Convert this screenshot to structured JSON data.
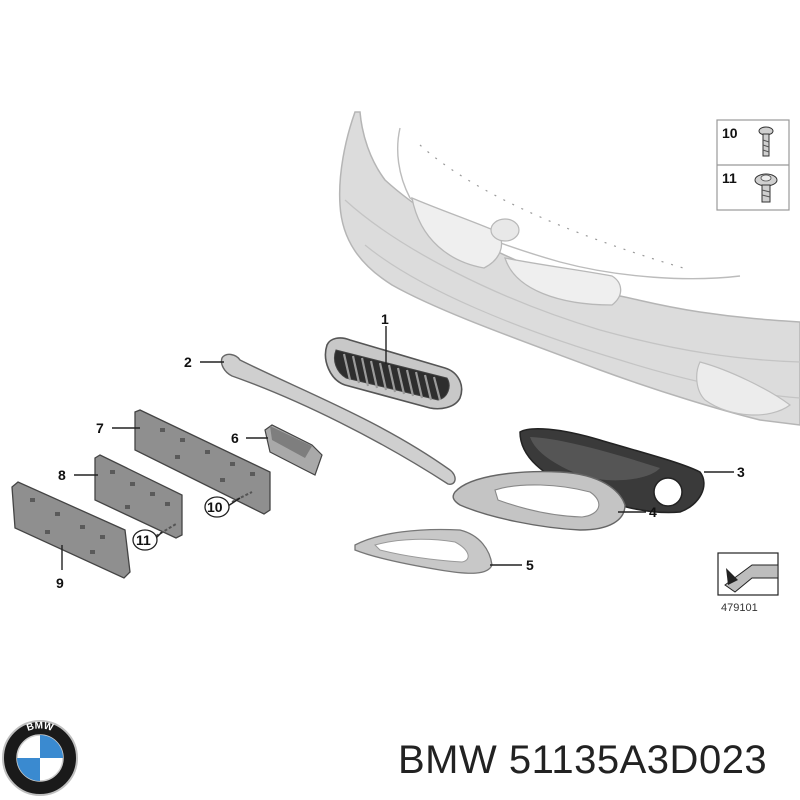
{
  "callouts": {
    "c1": "1",
    "c2": "2",
    "c3": "3",
    "c4": "4",
    "c5": "5",
    "c6": "6",
    "c7": "7",
    "c8": "8",
    "c9": "9",
    "c10": "10",
    "c11": "11"
  },
  "legend": {
    "screw_number": "10",
    "bolt_number": "11"
  },
  "diagram_number": "479101",
  "part_label": "BMW 51135A3D023",
  "logo": {
    "letters": "BMW",
    "blue": "#3a8ad0"
  },
  "colors": {
    "bumper": "#d9d9d9",
    "chrome": "#bdbdbd",
    "plate": "#8f8f8f",
    "dark": "#3a3a3a"
  }
}
